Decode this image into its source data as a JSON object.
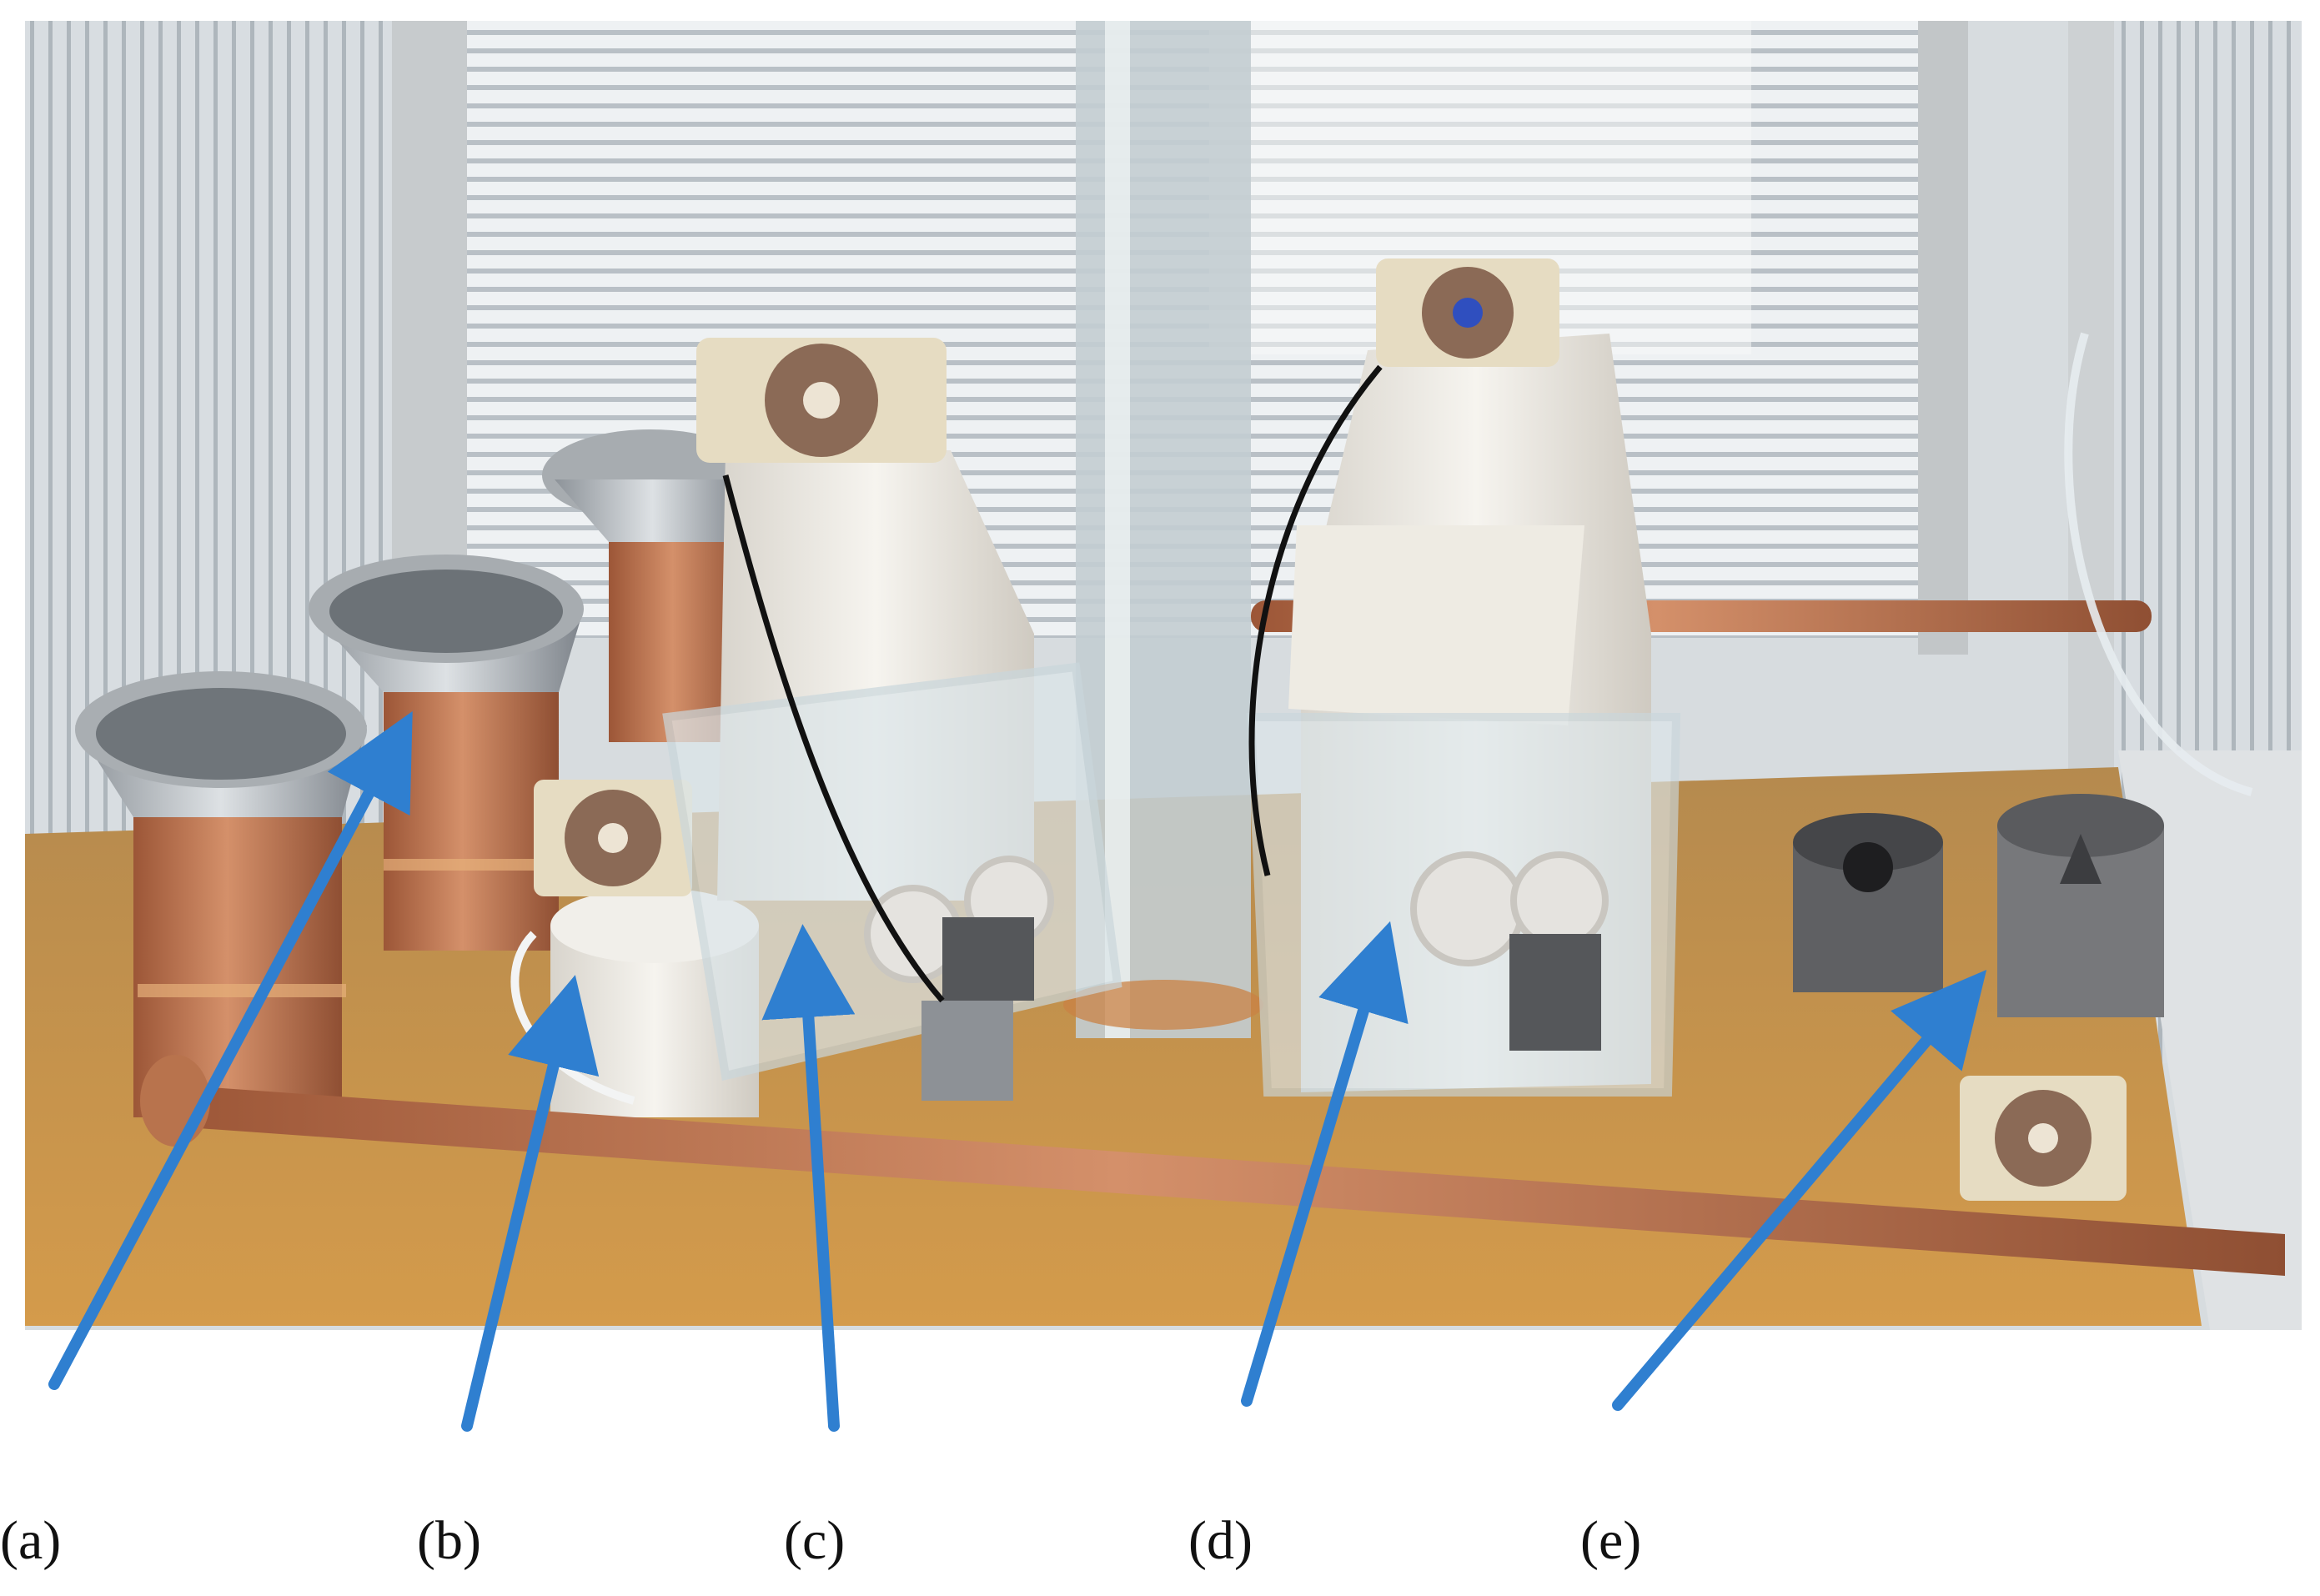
{
  "labels": {
    "a": "(a)",
    "b": "(b)",
    "c": "(c)",
    "d": "(d)",
    "e": "(e)"
  },
  "colors": {
    "arrow": "#2f7fd0",
    "floor": "#c98d3e",
    "copper": "#c97a4e",
    "aluminum": "#b8bcc0",
    "plastic_white": "#ece8df",
    "blind": "#dfe3e6",
    "acrylic": "#dce6ea"
  }
}
